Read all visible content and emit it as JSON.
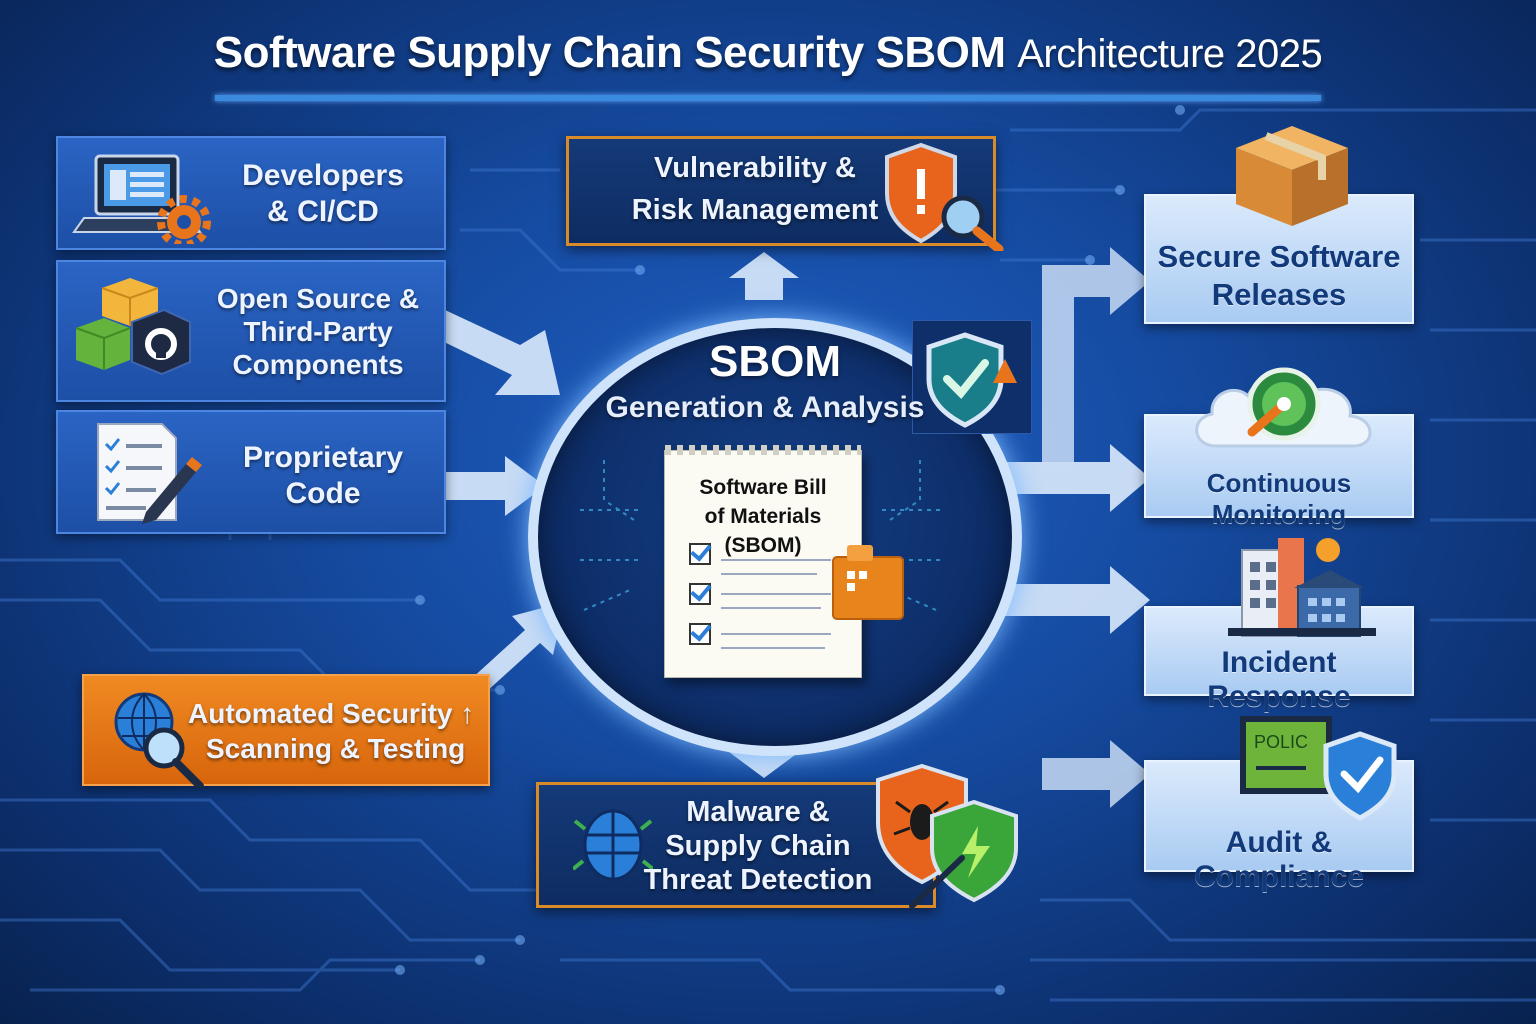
{
  "title": {
    "main": "Software Supply Chain Security SBOM",
    "suffix": "Architecture 2025"
  },
  "inputs": [
    {
      "label_lines": [
        "Developers",
        "& CI/CD"
      ],
      "icon": "laptop-gear-icon"
    },
    {
      "label_lines": [
        "Open Source &",
        "Third-Party",
        "Components"
      ],
      "icon": "package-cubes-icon"
    },
    {
      "label_lines": [
        "Proprietary",
        "Code"
      ],
      "icon": "checklist-pencil-icon"
    }
  ],
  "scanning": {
    "label_lines": [
      "Automated Security",
      "Scanning & Testing"
    ],
    "icon": "globe-magnifier-icon",
    "arrow": "↑"
  },
  "vulnerability": {
    "label_lines": [
      "Vulnerability &",
      "Risk Management"
    ],
    "icon": "shield-alert-icon"
  },
  "malware": {
    "label_lines": [
      "Malware &",
      "Supply Chain",
      "Threat Detection"
    ],
    "icon": "bug-shield-icon"
  },
  "center": {
    "title": "SBOM",
    "subtitle": "Generation & Analysis",
    "document_lines": [
      "Software Bill",
      "of Materials",
      "(SBOM)"
    ],
    "icon": "shield-check-icon"
  },
  "outputs": [
    {
      "label_lines": [
        "Secure Software",
        "Releases"
      ],
      "icon": "box-icon"
    },
    {
      "label_lines": [
        "Continuous Monitoring"
      ],
      "icon": "cloud-monitor-icon"
    },
    {
      "label_lines": [
        "Incident Response"
      ],
      "icon": "building-icon"
    },
    {
      "label_lines": [
        "Audit & Compliance"
      ],
      "icon": "policy-shield-icon",
      "icon_text": "POLIC"
    }
  ],
  "colors": {
    "accent_orange": "#e87a1a",
    "frame_blue": "#cfe3fb",
    "bg_blue": "#154a9f"
  }
}
